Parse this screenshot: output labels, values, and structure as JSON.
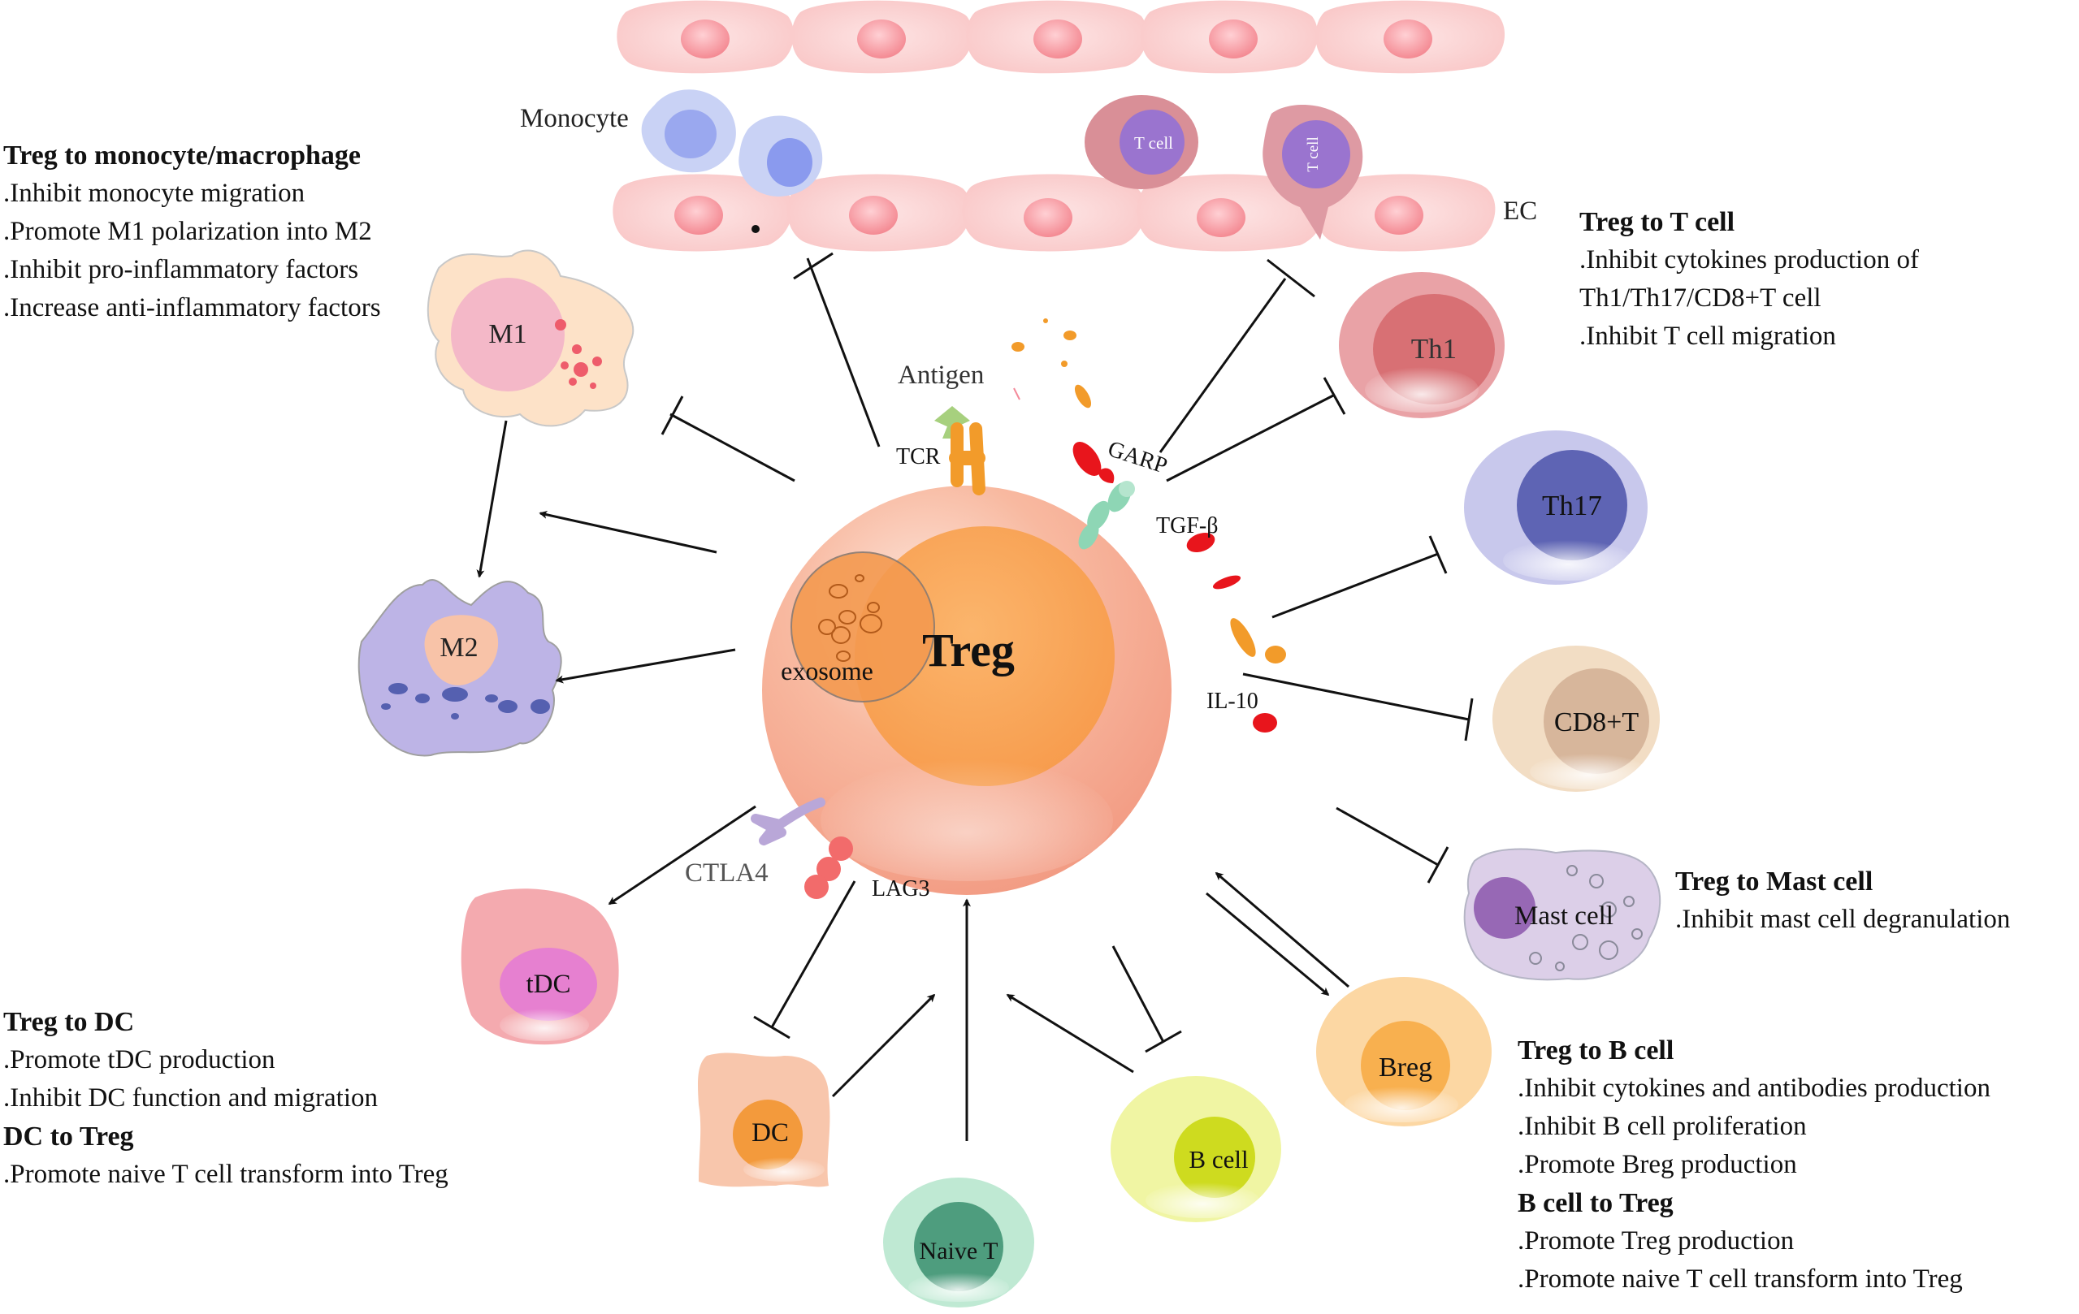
{
  "cells": {
    "treg": "Treg",
    "exosome": "exosome",
    "monocyte": "Monocyte",
    "ec": "EC",
    "t_cell_a": "T cell",
    "t_cell_b": "T cell",
    "m1": "M1",
    "m2": "M2",
    "th1": "Th1",
    "th17": "Th17",
    "cd8": "CD8+T",
    "mast": "Mast cell",
    "breg": "Breg",
    "b_cell": "B cell",
    "naive_t": "Naive T",
    "dc": "DC",
    "tdc": "tDC"
  },
  "molecules": {
    "antigen": "Antigen",
    "tcr": "TCR",
    "garp": "GARP",
    "tgf_beta": "TGF-β",
    "il10": "IL-10",
    "ctla4": "CTLA4",
    "lag3": "LAG3"
  },
  "colors": {
    "treg": "#f5a88c",
    "treg_nucleus": "#f8a458",
    "ec": "#fbd3d3",
    "monocyte": "#c5cdf3",
    "m1": "#fde0c8",
    "m2": "#b7b0e0",
    "th1": "#e48f93",
    "th17": "#b8b8e3",
    "cd8": "#efd9c0",
    "mast": "#d9cbe6",
    "breg": "#fbd39c",
    "b_cell": "#eef49a",
    "naive_t": "#b9e6cf",
    "dc": "#f7c2a8",
    "tdc": "#f3aeb2",
    "arrow": "#111111"
  },
  "panels": {
    "macrophage": {
      "heading": "Treg to monocyte/macrophage",
      "lines": [
        ".Inhibit monocyte migration",
        ".Promote M1 polarization  into M2",
        ".Inhibit pro-inflammatory factors",
        ".Increase anti-inflammatory factors"
      ]
    },
    "t_cell": {
      "heading": "Treg to T cell",
      "lines": [
        ".Inhibit cytokines production  of",
        "Th1/Th17/CD8+T cell",
        ".Inhibit T cell migration"
      ]
    },
    "mast_cell": {
      "heading": "Treg to Mast cell",
      "lines": [
        ".Inhibit mast cell  degranulation"
      ]
    },
    "dc": {
      "heading": "Treg to DC",
      "lines": [
        ".Promote tDC production",
        ".Inhibit DC function and migration"
      ],
      "heading2": "DC to Treg",
      "lines2": [
        ".Promote naive T cell transform into Treg"
      ]
    },
    "b_cell": {
      "heading": "Treg to B cell",
      "lines": [
        ".Inhibit cytokines and antibodies production",
        ".Inhibit B cell proliferation",
        ".Promote Breg production"
      ],
      "heading2": "B cell to Treg",
      "lines2": [
        ".Promote Treg production",
        ".Promote naive T cell transform into Treg"
      ]
    }
  }
}
